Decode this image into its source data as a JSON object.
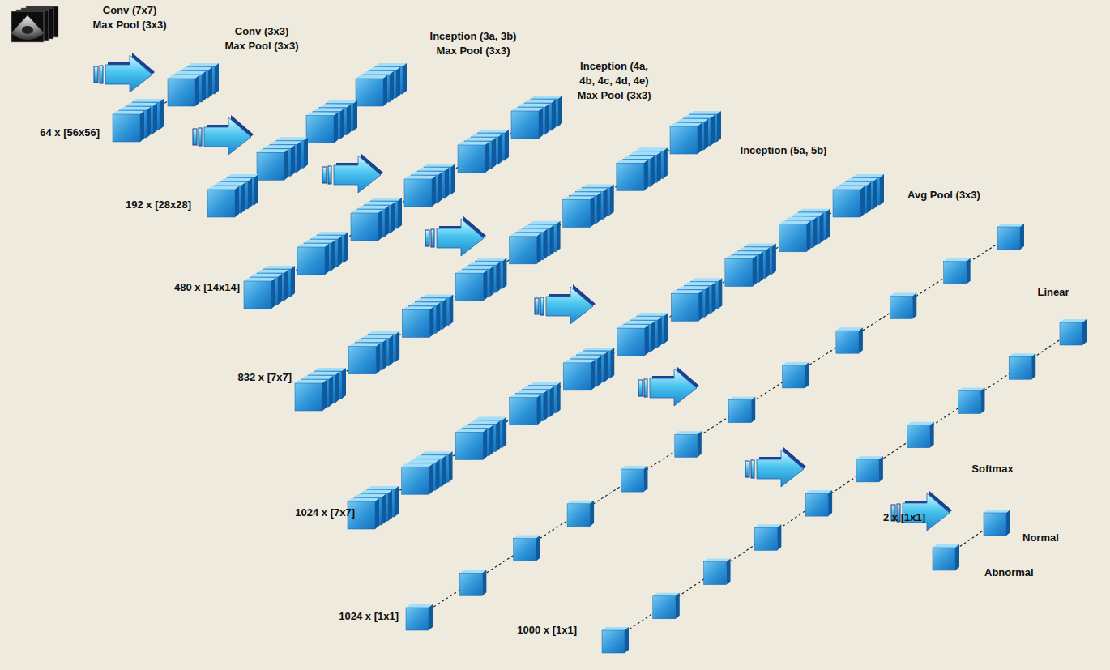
{
  "diagram": {
    "labels": [
      "Conv (7x7) Max Pool (3x3)",
      "64 x [56x56]",
      "Conv (3x3) Max Pool (3x3)",
      "192 x [28x28]",
      "Inception (3a, 3b) Max Pool (3x3)",
      "480 x [14x14]",
      "Inception (4a, 4b, 4c, 4d, 4e) Max Pool (3x3)",
      "832 x [7x7]",
      "Inception (5a, 5b)",
      "1024 x [7x7]",
      "Avg Pool (3x3)",
      "1024 x [1x1]",
      "Linear",
      "1000 x [1x1]",
      "Softmax",
      "2 x [1x1]",
      "Normal",
      "Abnormal"
    ]
  }
}
